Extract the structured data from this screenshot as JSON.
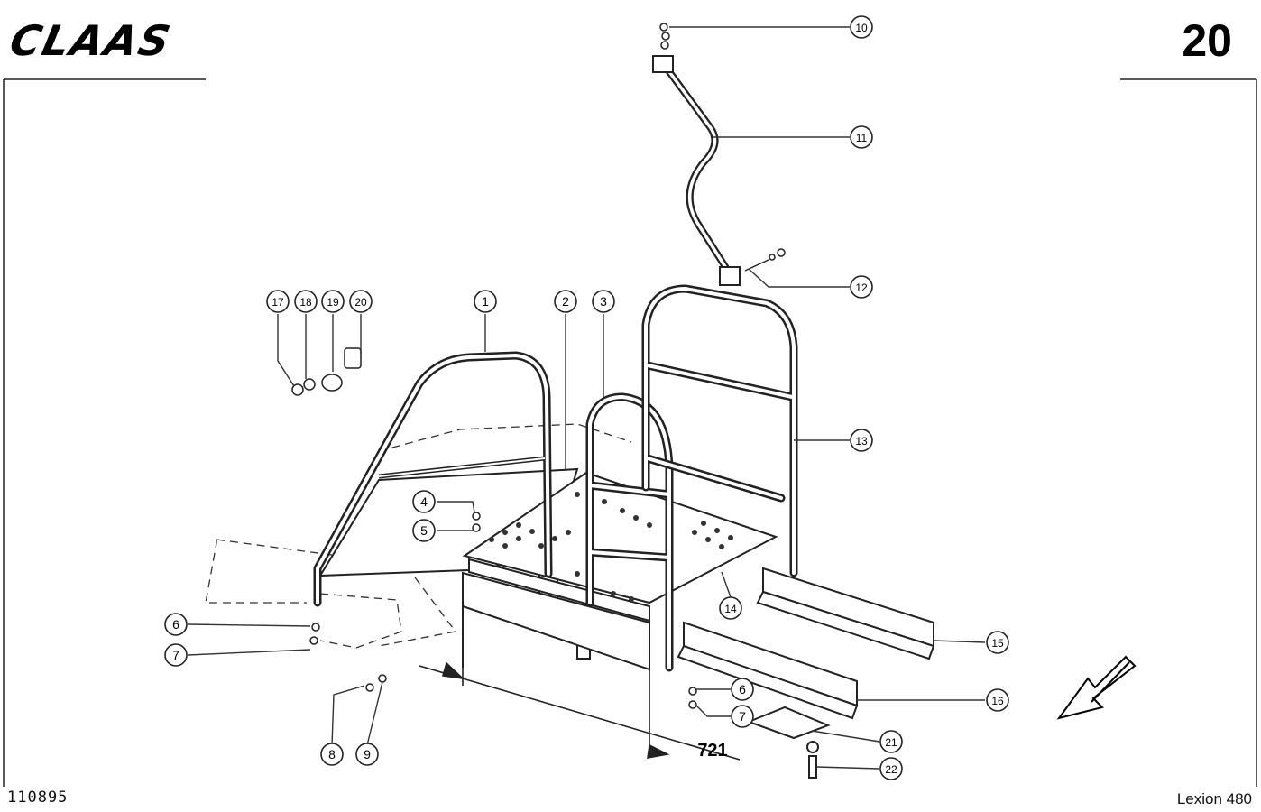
{
  "header": {
    "brand": "CLAAS",
    "page_number": "20"
  },
  "footer": {
    "document_id": "110895",
    "model": "Lexion 480"
  },
  "callouts": [
    "1",
    "2",
    "3",
    "4",
    "5",
    "6",
    "7",
    "8",
    "9",
    "10",
    "11",
    "12",
    "13",
    "14",
    "15",
    "16",
    "17",
    "18",
    "19",
    "20",
    "21",
    "22"
  ],
  "extra_callouts": [
    "6",
    "7"
  ],
  "dimension": {
    "value": "721"
  }
}
